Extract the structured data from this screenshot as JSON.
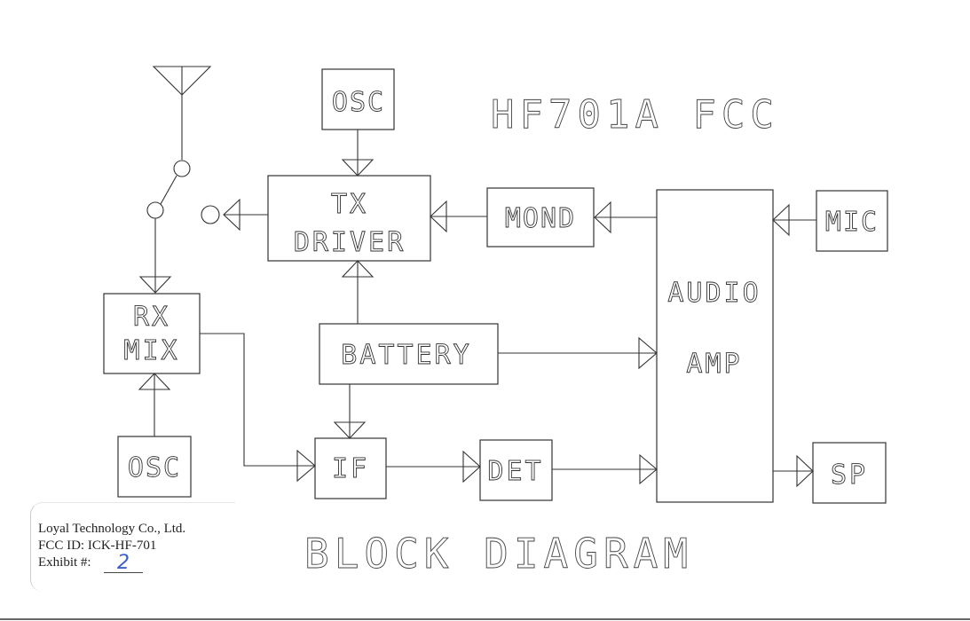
{
  "title": "HF701A FCC",
  "subtitle": "BLOCK DIAGRAM",
  "blocks": {
    "osc_tx": "OSC",
    "tx_driver_line1": "TX",
    "tx_driver_line2": "DRIVER",
    "mond": "MOND",
    "mic": "MIC",
    "audio_amp_line1": "AUDIO",
    "audio_amp_line2": "AMP",
    "rx_mix_line1": "RX",
    "rx_mix_line2": "MIX",
    "battery": "BATTERY",
    "osc_rx": "OSC",
    "if": "IF",
    "det": "DET",
    "sp": "SP"
  },
  "stamp": {
    "company": "Loyal Technology Co., Ltd.",
    "fcc_id": "FCC ID:  ICK-HF-701",
    "exhibit_label": "Exhibit #:",
    "exhibit_value": "2"
  },
  "colors": {
    "line": "#333333",
    "exhibit_ink": "#3a5fc8"
  }
}
